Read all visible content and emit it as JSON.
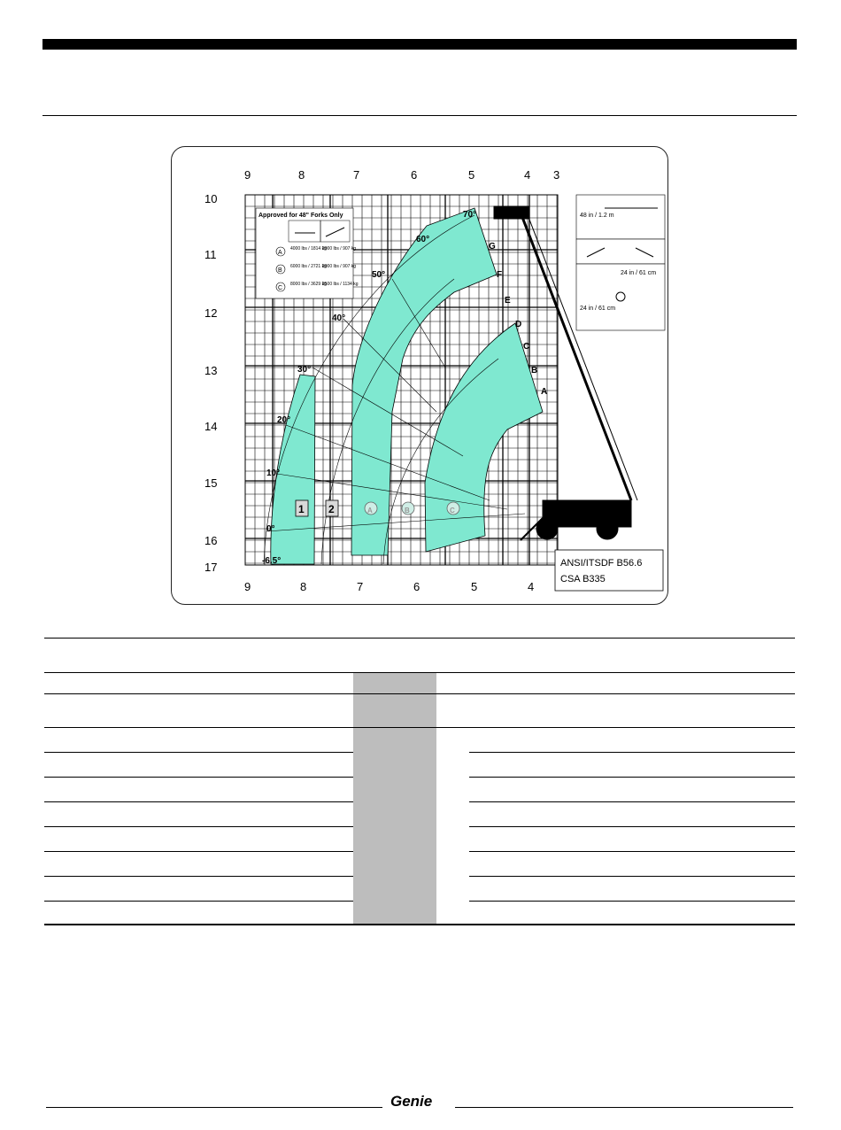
{
  "chart_data": {
    "type": "load-chart",
    "top_axis_labels": [
      "9",
      "8",
      "7",
      "6",
      "5",
      "4",
      "3"
    ],
    "bottom_axis_labels": [
      "9",
      "8",
      "7",
      "6",
      "5",
      "4"
    ],
    "left_axis_labels": [
      "10",
      "11",
      "12",
      "13",
      "14",
      "15",
      "16",
      "17"
    ],
    "angle_labels": [
      "70°",
      "60°",
      "50°",
      "40°",
      "30°",
      "20°",
      "10°",
      "0°",
      "-6.5°"
    ],
    "extension_labels": [
      "A",
      "B",
      "C",
      "D",
      "E",
      "F",
      "G"
    ],
    "zone_labels": [
      "1",
      "2",
      "A",
      "B",
      "C"
    ],
    "legend": {
      "title": "Approved for 48\" Forks Only",
      "rows": [
        {
          "marker": "A",
          "value1": "4000 lbs / 1814 kg",
          "value2": "2000 lbs / 907 kg"
        },
        {
          "marker": "B",
          "value1": "6000 lbs / 2721 kg",
          "value2": "2000 lbs / 907 kg"
        },
        {
          "marker": "C",
          "value1": "8000 lbs / 3629 kg",
          "value2": "2500 lbs / 1134 kg"
        }
      ]
    },
    "side_panel": {
      "fork_length": "48 in / 1.2 m",
      "load_center_horizontal": "24 in / 61 cm",
      "load_center_vertical": "24 in / 61 cm"
    },
    "standards": [
      "ANSI/ITSDF B56.6",
      "CSA B335"
    ]
  },
  "logo": {
    "text": "Genie"
  },
  "colors": {
    "load_zone": "#7fe8d0",
    "table_highlight": "#bdbdbd"
  }
}
